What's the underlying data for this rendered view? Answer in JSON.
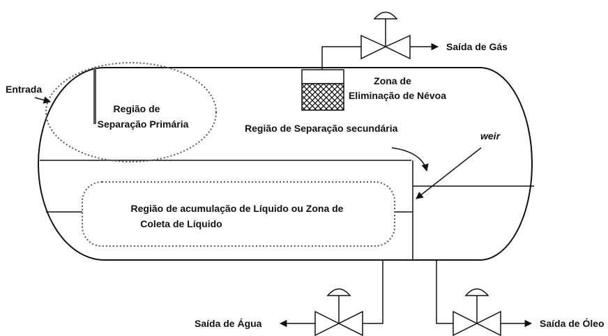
{
  "labels": {
    "inlet": "Entrada",
    "primary_line1": "Região de",
    "primary_line2": "Separação Primária",
    "mist_line1": "Zona de",
    "mist_line2": "Eliminação de Névoa",
    "secondary": "Região de Separação secundária",
    "weir": "weir",
    "gas_outlet": "Saída de Gás",
    "liquid_line1": "Região de acumulação de Líquido ou Zona de",
    "liquid_line2": "Coleta de Líquido",
    "water_outlet": "Saída de Água",
    "oil_outlet": "Saída de Óleo"
  },
  "colors": {
    "line": "#111111",
    "dotted": "#555555",
    "baffle": "#555555"
  },
  "icons": {
    "valve": "gate-valve-icon",
    "arrow": "arrow-icon"
  }
}
